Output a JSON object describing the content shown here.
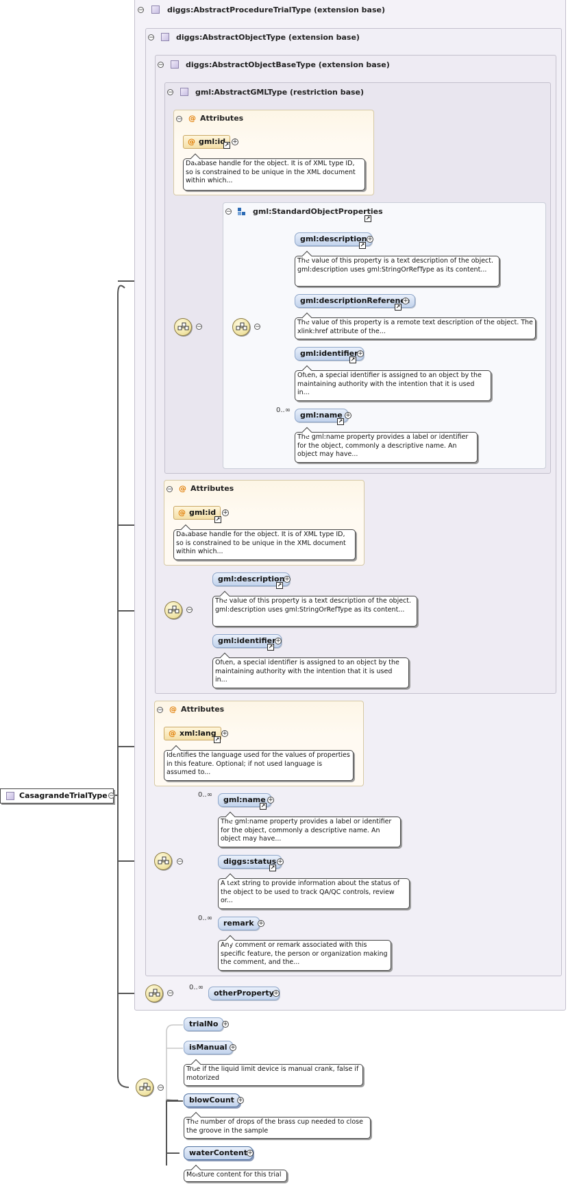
{
  "root": {
    "label": "CasagrandeTrialType"
  },
  "extensions": {
    "procedure_trial": "diggs:AbstractProcedureTrialType (extension base)",
    "object": "diggs:AbstractObjectType (extension base)",
    "object_base": "diggs:AbstractObjectBaseType (extension base)",
    "gml": "gml:AbstractGMLType (restriction base)"
  },
  "attributes_label": "Attributes",
  "gml_attrs": {
    "id_label": "gml:id",
    "id_doc": "Database handle for the object. It is of XML type ID, so is constrained to be unique in the XML document within which..."
  },
  "standard_props": {
    "title": "gml:StandardObjectProperties",
    "items": [
      {
        "label": "gml:description",
        "doc": "The value of this property is a text description of the object. gml:description uses gml:StringOrRefType as its content..."
      },
      {
        "label": "gml:descriptionReference",
        "doc": "The value of this property is a remote text description of the object. The xlink:href attribute of the..."
      },
      {
        "label": "gml:identifier",
        "doc": "Often, a special identifier is assigned to an object by the maintaining authority with the intention that it is used in..."
      },
      {
        "label": "gml:name",
        "occ": "0..∞",
        "doc": "The gml:name property provides a label or identifier for the object, commonly a descriptive name. An object may have..."
      }
    ]
  },
  "base_attrs": {
    "id_label": "gml:id",
    "id_doc": "Database handle for the object. It is of XML type ID, so is constrained to be unique in the XML document within which..."
  },
  "base_seq": [
    {
      "label": "gml:description",
      "doc": "The value of this property is a text description of the object. gml:description uses gml:StringOrRefType as its content..."
    },
    {
      "label": "gml:identifier",
      "doc": "Often, a special identifier is assigned to an object by the maintaining authority with the intention that it is used in..."
    }
  ],
  "object_attrs": {
    "lang_label": "xml:lang",
    "lang_doc": "Identifies the language used for the values of properties in this feature. Optional; if not used language is assumed to..."
  },
  "object_seq": [
    {
      "label": "gml:name",
      "occ": "0..∞",
      "doc": "The gml:name property provides a label or identifier for the object, commonly a descriptive name. An object may have..."
    },
    {
      "label": "diggs:status",
      "doc": "A text string to provide information about the status of the object to be used to track QA/QC controls, review or..."
    },
    {
      "label": "remark",
      "occ": "0..∞",
      "doc": "Any comment or remark associated with this specific feature, the person or organization making the comment, and the..."
    }
  ],
  "other_property": {
    "label": "otherProperty",
    "occ": "0..∞"
  },
  "trial_seq": [
    {
      "label": "trialNo"
    },
    {
      "label": "isManual",
      "doc": "True if the liquid limit device is manual crank, false if motorized"
    },
    {
      "label": "blowCount",
      "doc": "The number of drops of the brass cup needed to close the groove in the sample"
    },
    {
      "label": "waterContent",
      "doc": "Moisture content for this trial"
    }
  ]
}
